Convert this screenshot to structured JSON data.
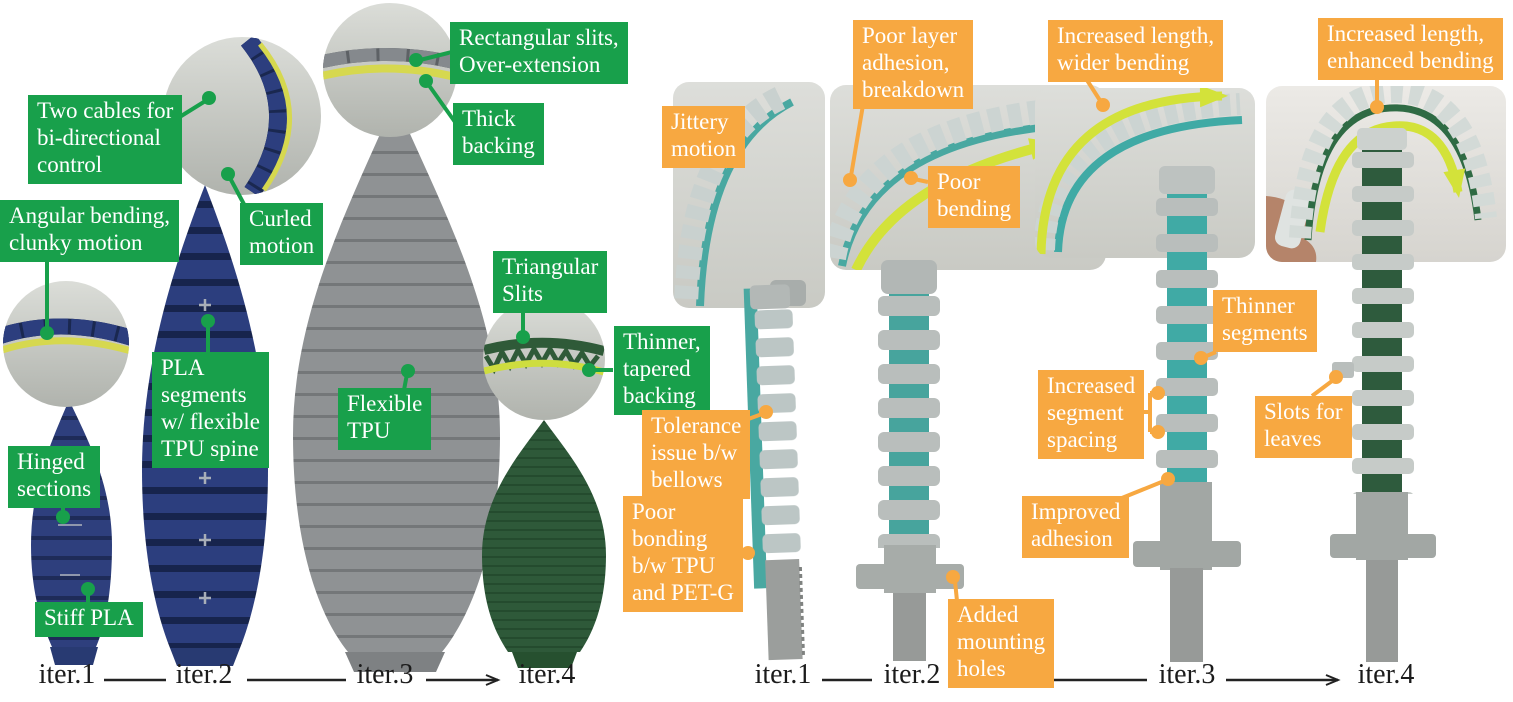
{
  "colors": {
    "annotation_green": "#18a04b",
    "annotation_orange": "#f7a841",
    "arrow_yellow": "#d3e23a",
    "backing_yellow": "#d6d84f",
    "leaf_blue": "#2c3e7e",
    "leaf_gray": "#8f9294",
    "leaf_green": "#2e5939",
    "stem_teal": "#47a49d",
    "stem_green": "#2e5b3d",
    "iteration_text": "#1b1b1b"
  },
  "left_panel": {
    "annotations": {
      "two_cables": "Two cables for\nbi-directional\ncontrol",
      "angular_bending": "Angular bending,\nclunky motion",
      "curled_motion": "Curled\nmotion",
      "rect_slits": "Rectangular slits,\nOver-extension",
      "thick_backing": "Thick\nbacking",
      "pla_segments": "PLA\nsegments\nw/ flexible\nTPU spine",
      "flexible_tpu": "Flexible\nTPU",
      "hinged_sections": "Hinged\nsections",
      "stiff_pla": "Stiff PLA",
      "triangular_slits": "Triangular\nSlits",
      "thinner_backing": "Thinner,\ntapered\nbacking"
    },
    "iterations": [
      "iter.1",
      "iter.2",
      "iter.3",
      "iter.4"
    ]
  },
  "right_panel": {
    "annotations": {
      "jittery": "Jittery\nmotion",
      "poor_layer": "Poor layer\nadhesion,\nbreakdown",
      "poor_bending": "Poor\nbending",
      "incr_wider": "Increased length,\nwider bending",
      "incr_enhanced": "Increased length,\nenhanced bending",
      "tolerance": "Tolerance\nissue b/w\nbellows",
      "poor_bonding": "Poor\nbonding\nb/w TPU\nand PET-G",
      "mounting": "Added\nmounting\nholes",
      "thinner_segments": "Thinner\nsegments",
      "spacing": "Increased\nsegment\nspacing",
      "improved_adhesion": "Improved\nadhesion",
      "slots": "Slots for\nleaves"
    },
    "iterations": [
      "iter.1",
      "iter.2",
      "iter.3",
      "iter.4"
    ]
  }
}
